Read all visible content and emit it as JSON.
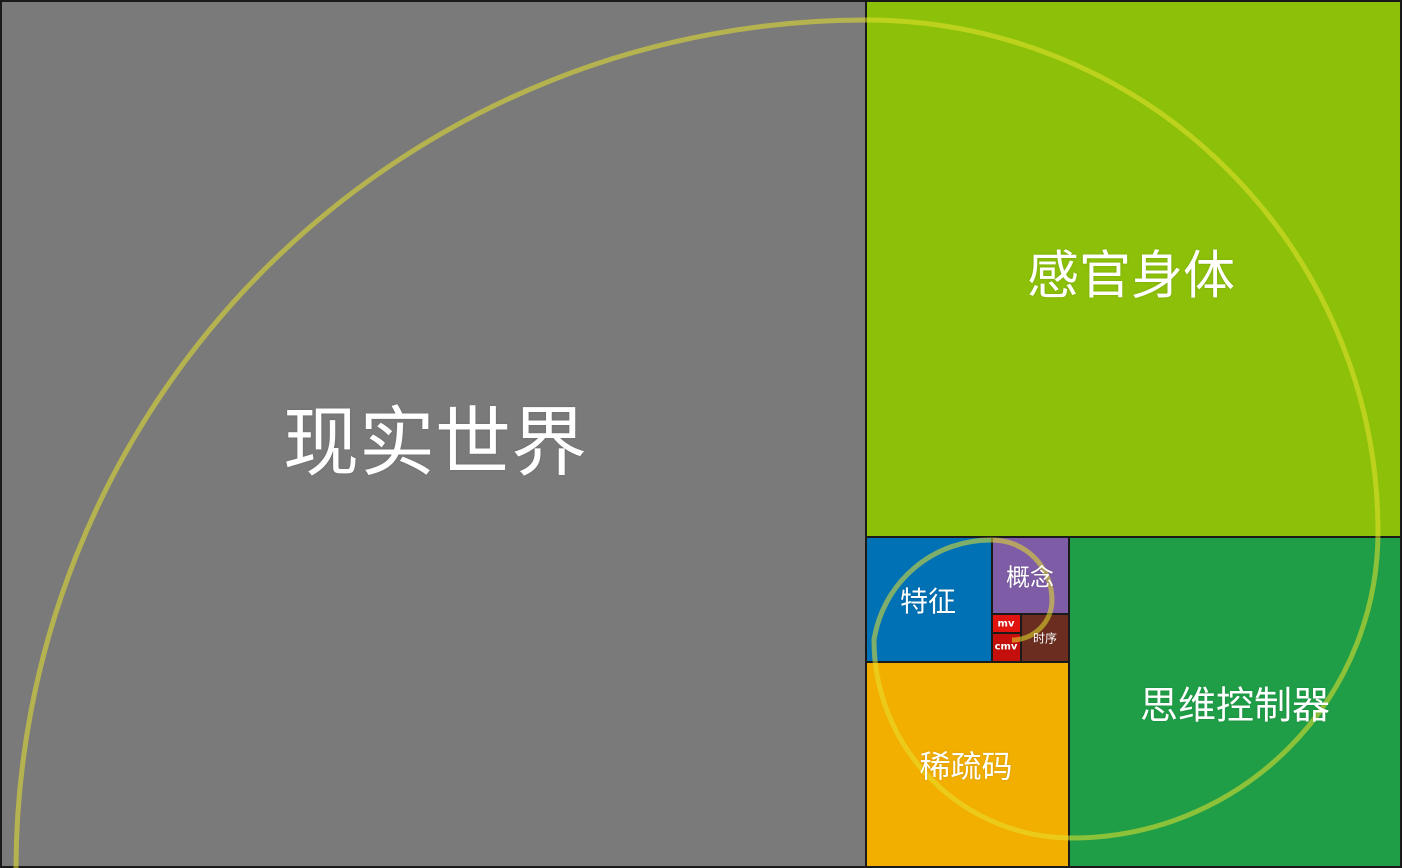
{
  "blocks": {
    "real_world": {
      "label": "现实世界",
      "color": "#7a7a7a"
    },
    "senses_body": {
      "label": "感官身体",
      "color": "#8cc009"
    },
    "thought_controller": {
      "label": "思维控制器",
      "color": "#1f9e47"
    },
    "sparse_code": {
      "label": "稀疏码",
      "color": "#f2af00"
    },
    "feature": {
      "label": "特征",
      "color": "#0071b5"
    },
    "concept": {
      "label": "概念",
      "color": "#7e5ca6"
    },
    "timing": {
      "label": "时序",
      "color": "#6b2d1f"
    },
    "mv": {
      "label": "mv",
      "color": "#e2140f"
    },
    "cmv": {
      "label": "cmv",
      "color": "#c40f0c"
    }
  },
  "spiral": {
    "color": "#e6e02e"
  }
}
